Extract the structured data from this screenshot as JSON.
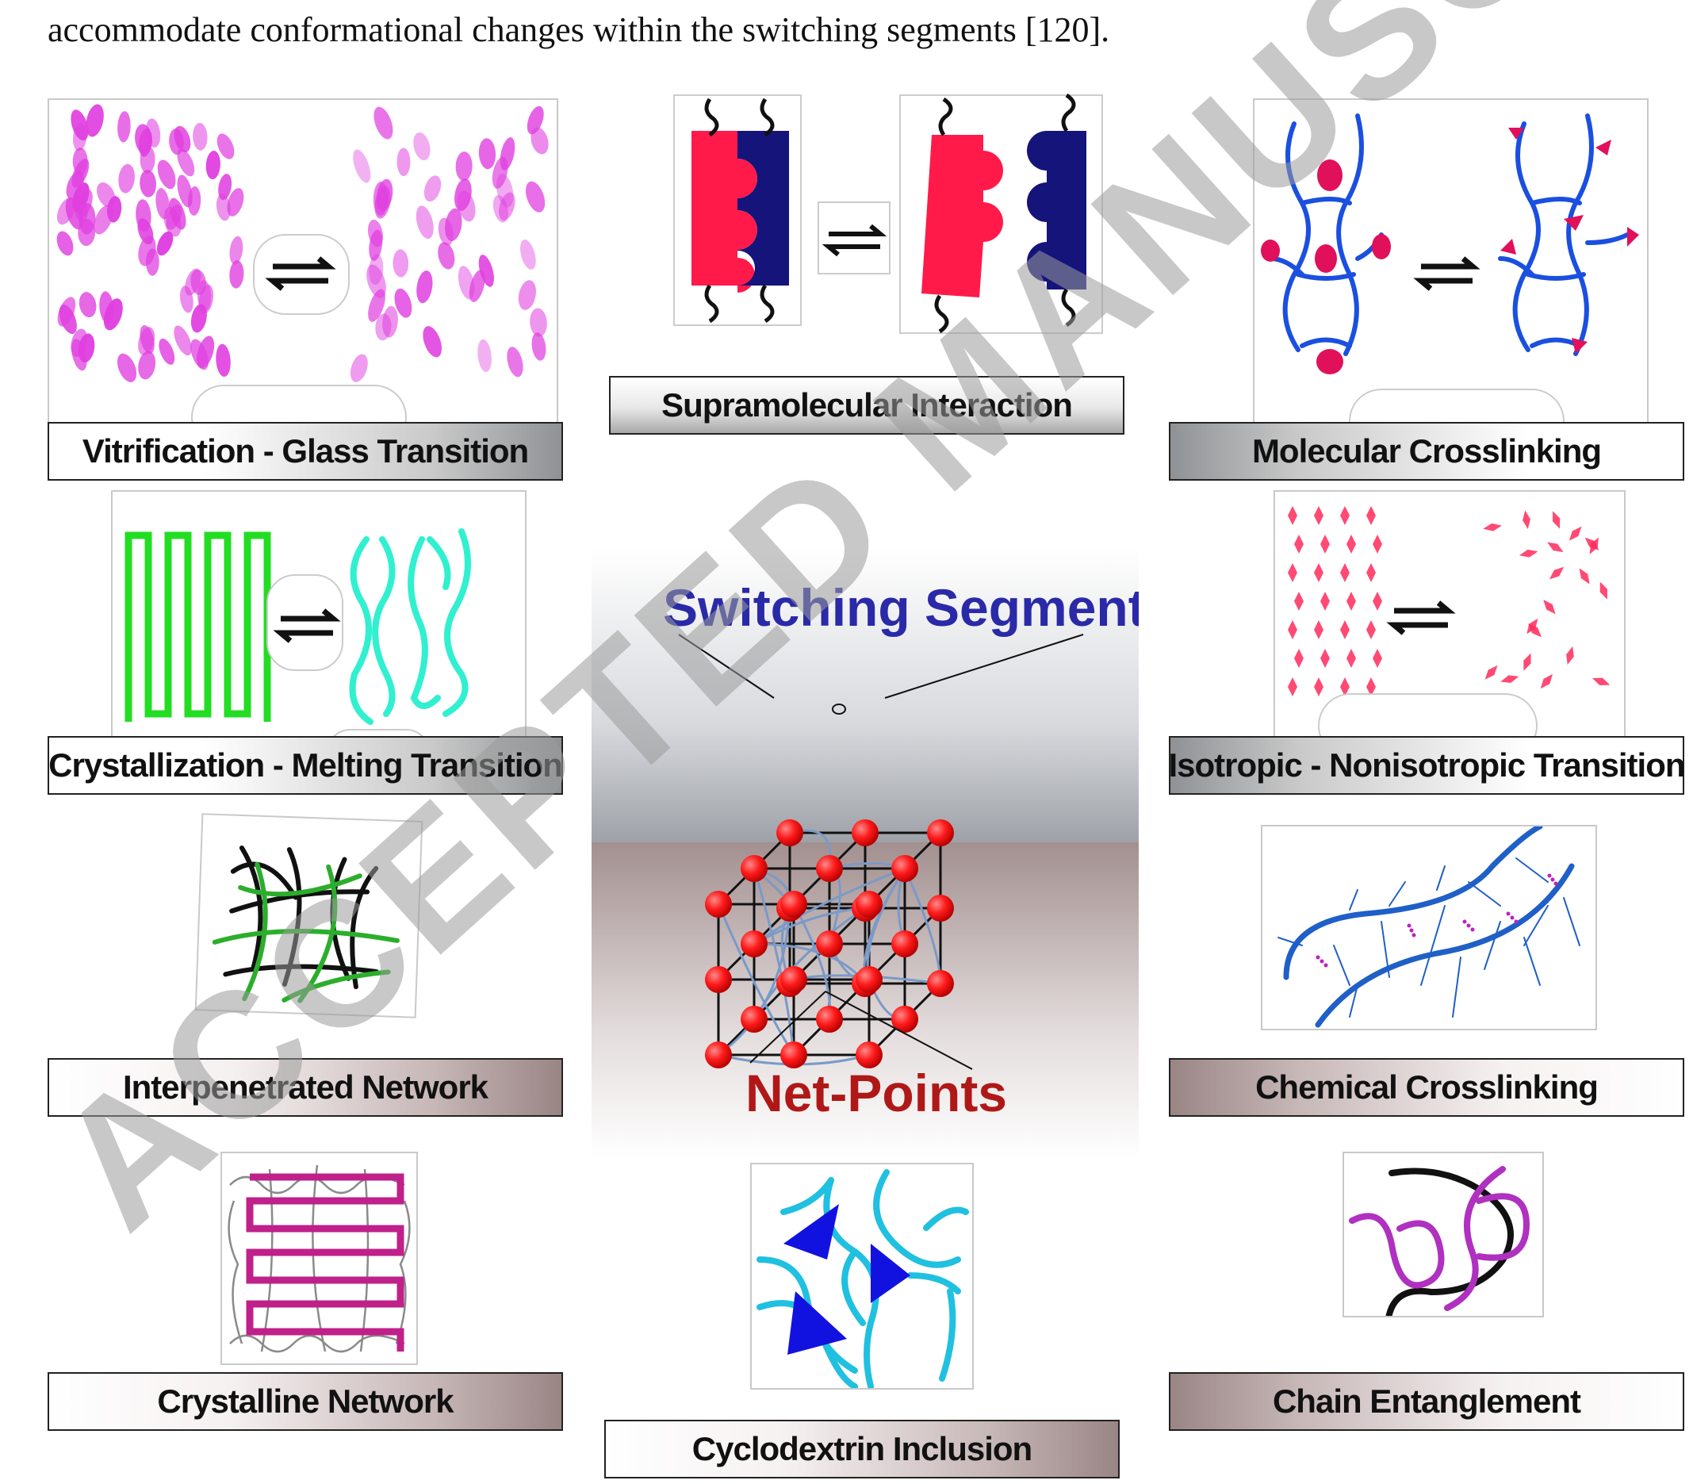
{
  "intro_text": "accommodate conformational changes within the switching segments [120].",
  "watermark": "ACCEPTED MANUSCRIPT",
  "center": {
    "title": "Switching Segment",
    "bottom_label": "Net-Points"
  },
  "labels": {
    "vitrification": "Vitrification - Glass Transition",
    "supramolecular": "Supramolecular Interaction",
    "molecular_crosslinking": "Molecular Crosslinking",
    "crystallization": "Crystallization - Melting Transition",
    "isotropic": "Isotropic - Nonisotropic Transition",
    "interpenetrated": "Interpenetrated Network",
    "chemical_crosslinking": "Chemical Crosslinking",
    "crystalline_network": "Crystalline Network",
    "chain_entanglement": "Chain Entanglement",
    "cyclodextrin": "Cyclodextrin Inclusion"
  },
  "colors": {
    "magenta": "#e040e0",
    "crimson": "#ff1a4a",
    "navy": "#14147a",
    "blue_network": "#1a4fe0",
    "green": "#22dd22",
    "cyan": "#30f0d0",
    "net_point_red": "#ff1a1a",
    "title_blue": "#2a2aa8",
    "title_red": "#b01818"
  },
  "icons": {
    "equilibrium": "equilibrium-arrows-icon"
  }
}
